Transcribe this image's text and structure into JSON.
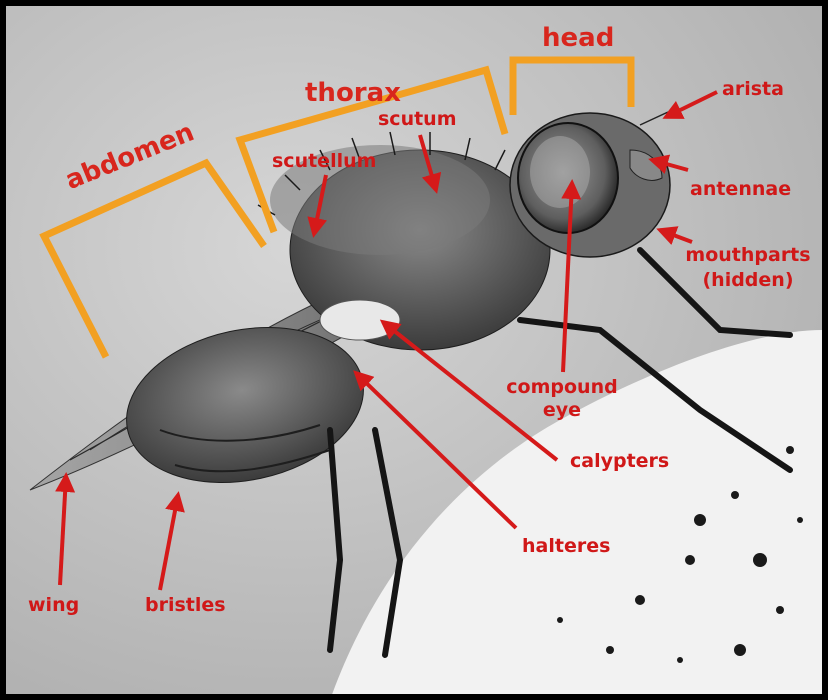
{
  "diagram": {
    "colors": {
      "label": "#d01818",
      "bracket": "#f2a022",
      "arrow": "#d51a1a",
      "background": "#c9c9c9"
    },
    "regions": {
      "head": "head",
      "thorax": "thorax",
      "abdomen": "abdomen"
    },
    "parts": {
      "arista": "arista",
      "antennae": "antennae",
      "mouthparts": "mouthparts",
      "mouthparts_note": "(hidden)",
      "scutum": "scutum",
      "scutellum": "scutellum",
      "compound_eye_1": "compound",
      "compound_eye_2": "eye",
      "calypters": "calypters",
      "halteres": "halteres",
      "wing": "wing",
      "bristles": "bristles"
    }
  }
}
